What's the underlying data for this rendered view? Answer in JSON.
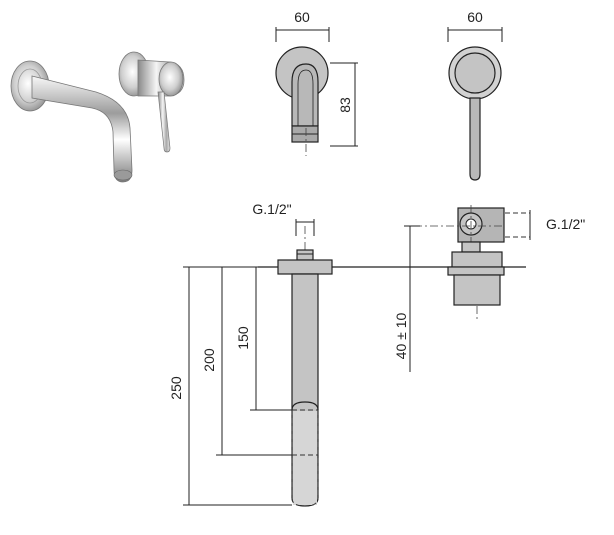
{
  "dimensions": {
    "front_width": "60",
    "rear_width": "60",
    "front_height": "83",
    "thread_left": "G.1/2\"",
    "thread_right": "G.1/2\"",
    "length_150": "150",
    "length_200": "200",
    "length_250": "250",
    "adjust_range": "40 ± 10"
  },
  "colors": {
    "part_fill": "#c4c4c4",
    "line": "#222222"
  }
}
